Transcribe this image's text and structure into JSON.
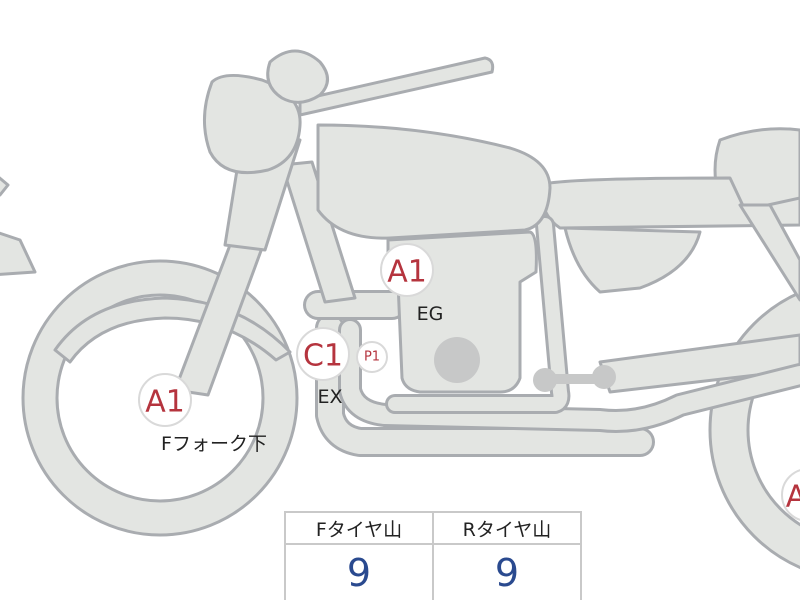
{
  "diagram": {
    "badges": [
      {
        "id": "fork",
        "code": "A1",
        "label": "Fフォーク下"
      },
      {
        "id": "engine",
        "code": "A1",
        "label": "EG"
      },
      {
        "id": "exhaust",
        "code": "C1",
        "label": "EX",
        "extra": "P1"
      },
      {
        "id": "rear",
        "code": "A"
      }
    ]
  },
  "tread_table": {
    "headers": [
      "Fタイヤ山",
      "Rタイヤ山"
    ],
    "values": [
      "9",
      "9"
    ]
  },
  "colors": {
    "bike_fill": "#e3e5e2",
    "bike_outline": "#a9acb0",
    "badge_text": "#b5343e",
    "value_text": "#2a4a8f"
  }
}
